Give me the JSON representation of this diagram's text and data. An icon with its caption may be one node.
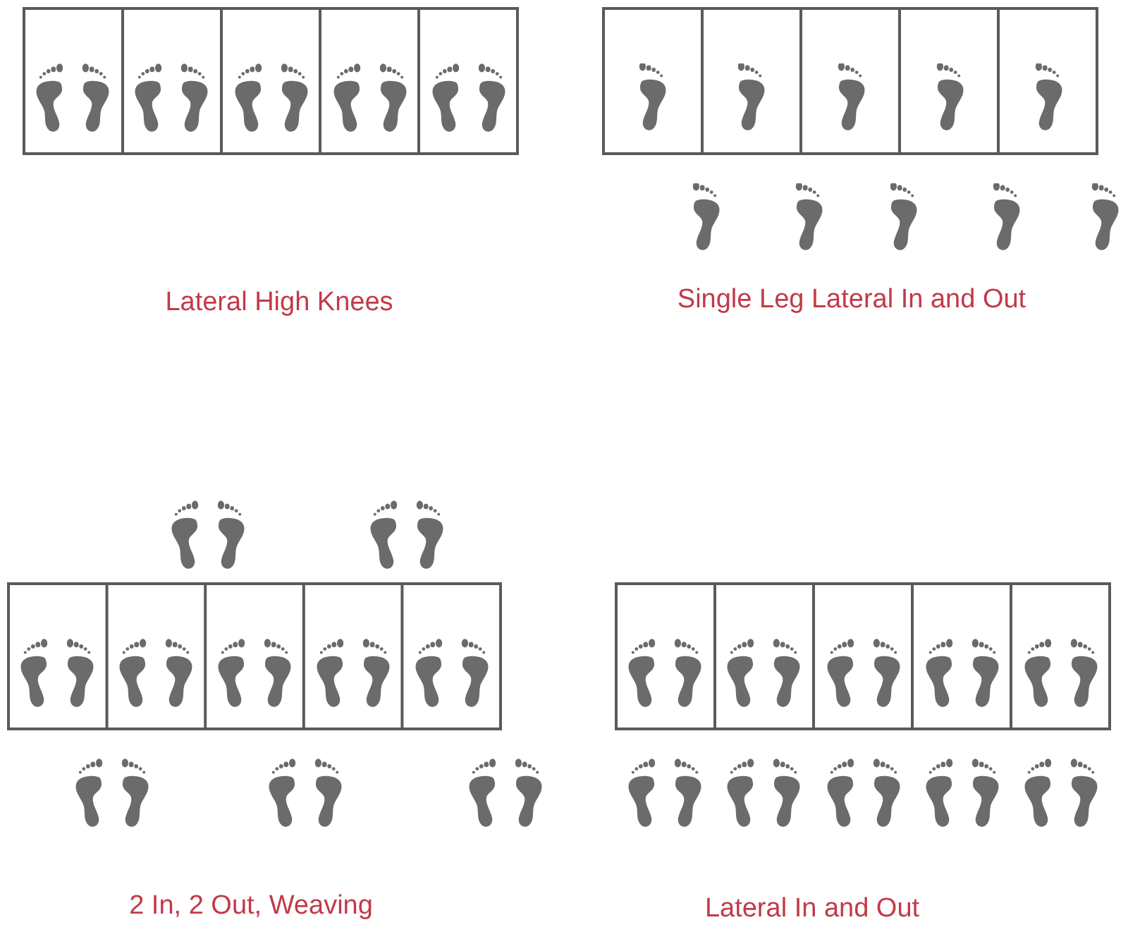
{
  "diagram": {
    "labels": [
      "Lateral High Knees",
      "Single Leg Lateral In and Out",
      "2 In, 2 Out, Weaving",
      "Lateral In and Out"
    ]
  }
}
